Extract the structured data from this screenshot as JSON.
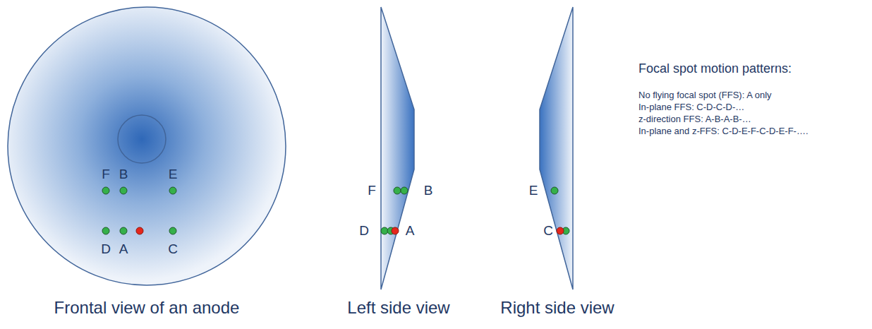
{
  "diagram": {
    "labels": [
      "Frontal view of an anode",
      "Left side view",
      "Right side view",
      "Focal spot motion patterns:",
      "No flying focal spot (FFS): A only",
      "In-plane FFS: C-D-C-D-…",
      "z-direction FFS: A-B-A-B-…",
      "In-plane and z-FFS: C-D-E-F-C-D-E-F-….",
      "F",
      "B",
      "E",
      "D",
      "A",
      "C",
      "F",
      "B",
      "D",
      "A",
      "E",
      "C"
    ]
  }
}
